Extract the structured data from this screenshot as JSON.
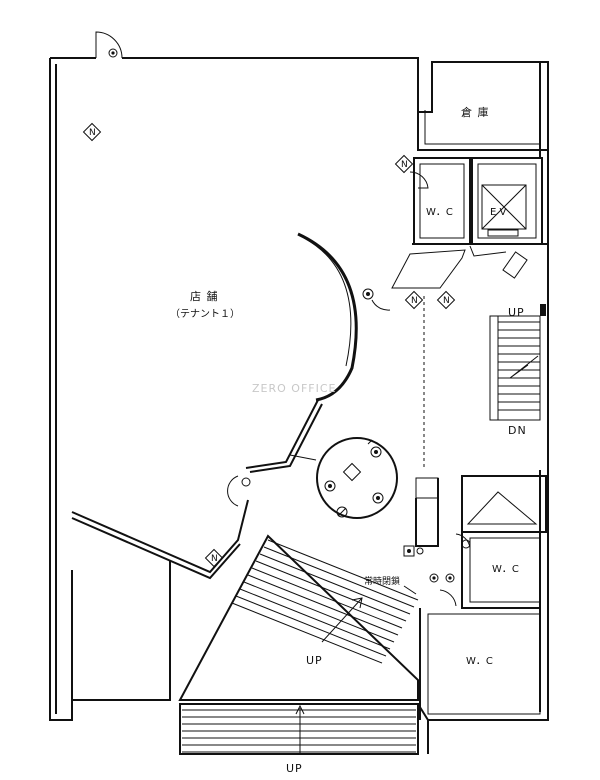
{
  "labels": {
    "storage": "倉 庫",
    "shop": "店 舗",
    "tenant": "（テナント１）",
    "wc_top": "W．C",
    "ev": "E V",
    "up_right": "UP",
    "dn_right": "DN",
    "wc_mid": "W．C",
    "wc_bottom": "W．C",
    "up_center": "UP",
    "up_bottom": "UP",
    "hallway_note": "常時閉鎖"
  },
  "watermark": "ZERO OFFICE"
}
